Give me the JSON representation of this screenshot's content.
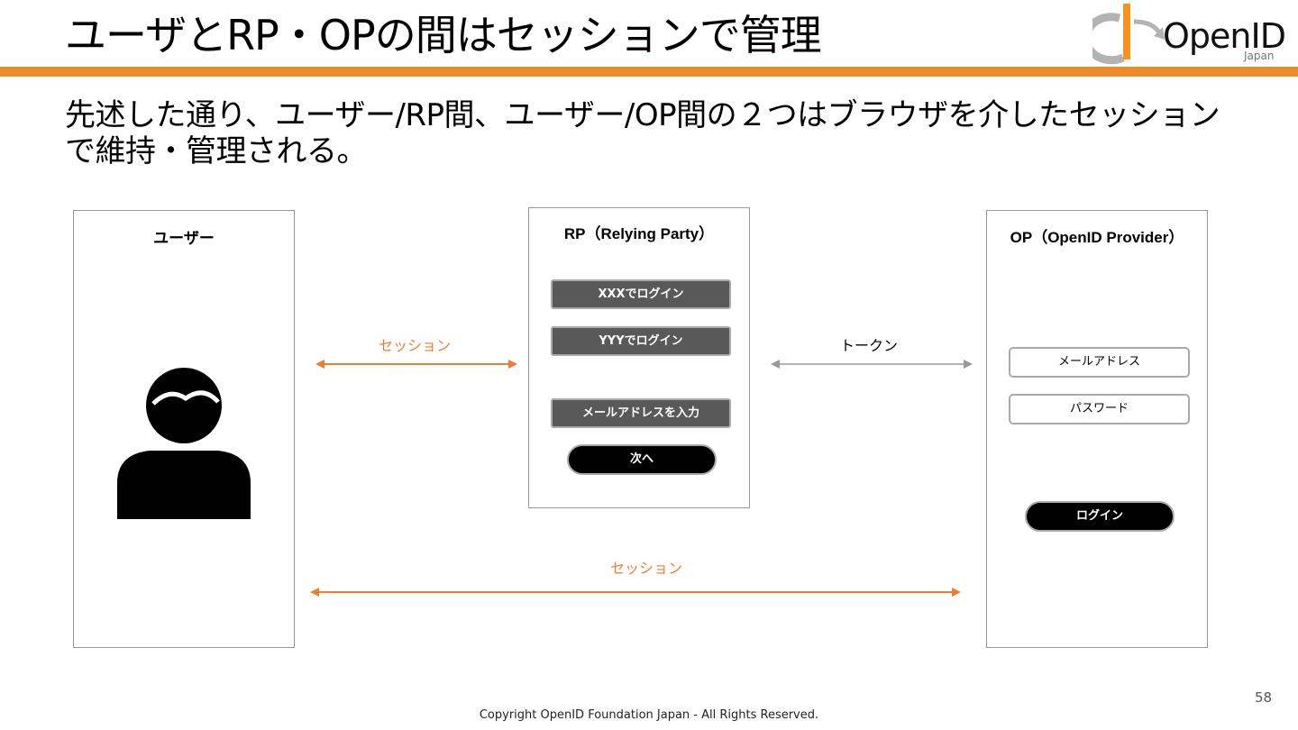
{
  "header": {
    "title": "ユーザとRP・OPの間はセッションで管理",
    "logo_text": "OpenID",
    "logo_sub": "Japan"
  },
  "subtitle": "先述した通り、ユーザー/RP間、ユーザー/OP間の２つはブラウザを介したセッションで維持・管理される。",
  "diagram": {
    "user_panel": {
      "title": "ユーザー"
    },
    "rp_panel": {
      "title": "RP（Relying Party）",
      "buttons": [
        "XXXでログイン",
        "YYYでログイン",
        "メールアドレスを入力"
      ],
      "next_button": "次へ"
    },
    "op_panel": {
      "title": "OP（OpenID Provider）",
      "email_field": "メールアドレス",
      "password_field": "パスワード",
      "login_button": "ログイン"
    },
    "arrows": {
      "user_rp_label": "セッション",
      "rp_op_label": "トークン",
      "user_op_label": "セッション"
    },
    "colors": {
      "accent": "#ed8b2a",
      "session_arrow": "#ed7d31",
      "token_arrow": "#999999"
    }
  },
  "footer": {
    "copyright": "Copyright OpenID Foundation Japan - All Rights Reserved.",
    "page_number": "58"
  }
}
